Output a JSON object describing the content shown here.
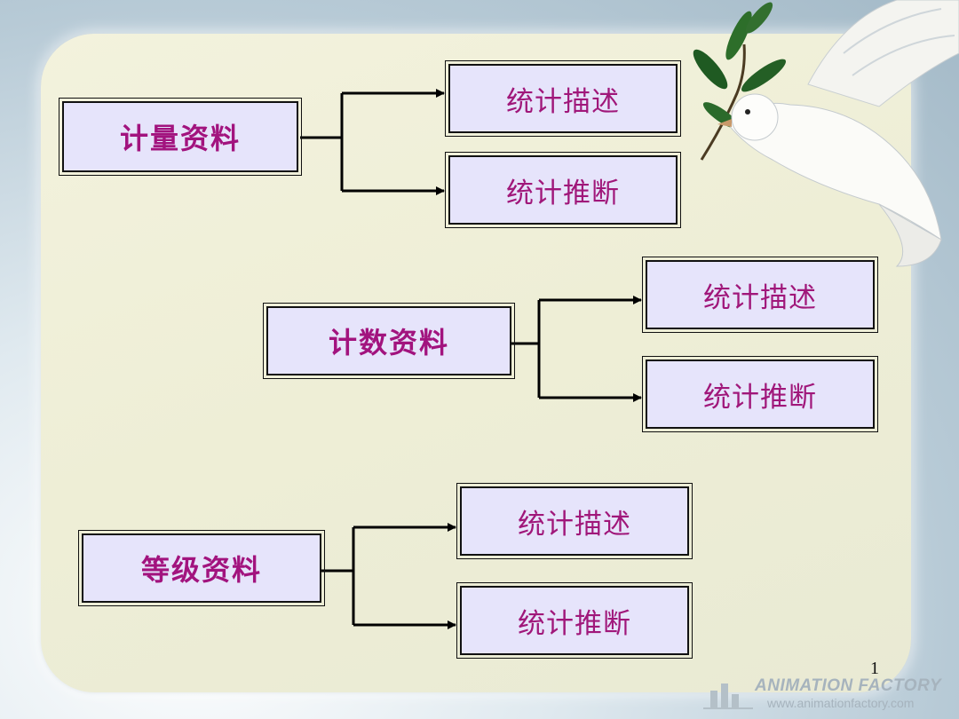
{
  "groups": [
    {
      "category": "计量资料",
      "branches": [
        "统计描述",
        "统计推断"
      ]
    },
    {
      "category": "计数资料",
      "branches": [
        "统计描述",
        "统计推断"
      ]
    },
    {
      "category": "等级资料",
      "branches": [
        "统计描述",
        "统计推断"
      ]
    }
  ],
  "page_number": "1",
  "watermark": {
    "title": "ANIMATION FACTORY",
    "url": "www.animationfactory.com"
  },
  "colors": {
    "box_fill": "#e6e4fb",
    "text": "#a2137e",
    "panel": "#efefd8"
  },
  "decoration": "dove-with-olive-branch"
}
